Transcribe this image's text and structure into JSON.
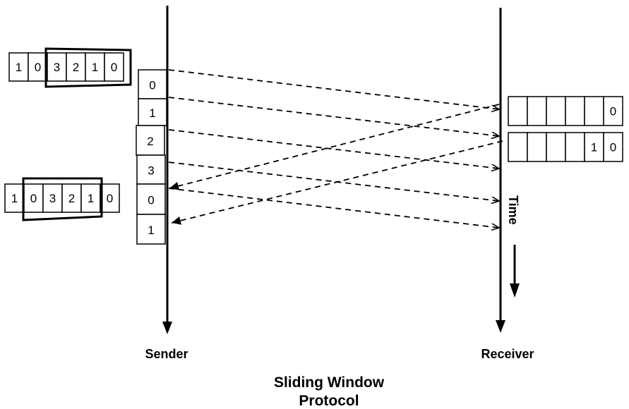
{
  "title": {
    "line1": "Sliding Window",
    "line2": "Protocol"
  },
  "labels": {
    "sender": "Sender",
    "receiver": "Receiver",
    "time": "Time"
  },
  "sender_buffer_1": {
    "cells": [
      "1",
      "0",
      "3",
      "2",
      "1",
      "0"
    ],
    "window_start": 2,
    "window_end": 5
  },
  "sender_buffer_2": {
    "cells": [
      "1",
      "0",
      "3",
      "2",
      "1",
      "0"
    ],
    "window_start": 1,
    "window_end": 4
  },
  "sender_frames": [
    "0",
    "1",
    "2",
    "3",
    "0",
    "1"
  ],
  "receiver_buffer_1": {
    "cells": [
      "",
      "",
      "",
      "",
      "",
      "0"
    ]
  },
  "receiver_buffer_2": {
    "cells": [
      "",
      "",
      "",
      "",
      "1",
      "0"
    ]
  },
  "messages": [
    {
      "name": "frame-0",
      "direction": "sender-to-receiver",
      "frame": "0"
    },
    {
      "name": "frame-1",
      "direction": "sender-to-receiver",
      "frame": "1"
    },
    {
      "name": "frame-2",
      "direction": "sender-to-receiver",
      "frame": "2"
    },
    {
      "name": "frame-3",
      "direction": "sender-to-receiver",
      "frame": "3"
    },
    {
      "name": "frame-0-second",
      "direction": "sender-to-receiver",
      "frame": "0"
    },
    {
      "name": "frame-1-second",
      "direction": "sender-to-receiver",
      "frame": "1"
    },
    {
      "name": "ack-1",
      "direction": "receiver-to-sender"
    },
    {
      "name": "ack-2",
      "direction": "receiver-to-sender"
    }
  ]
}
